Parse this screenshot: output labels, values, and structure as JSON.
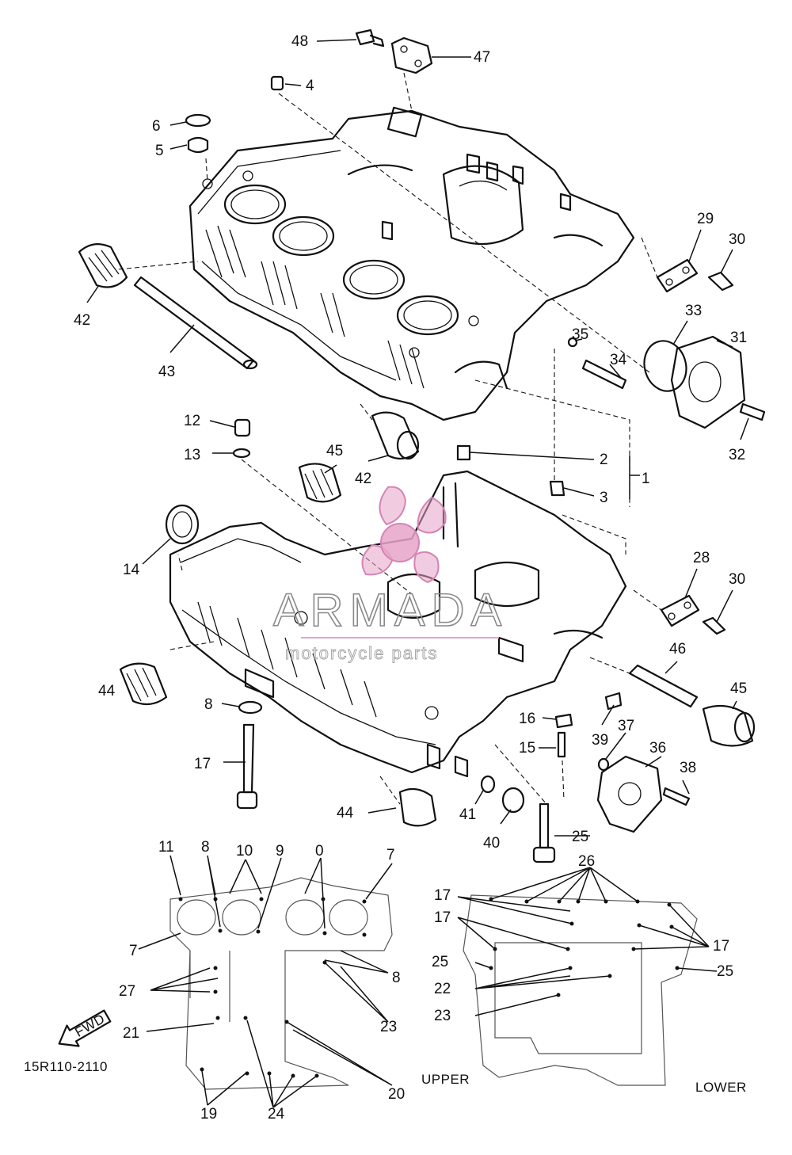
{
  "diagram": {
    "code": "15R110-2110",
    "fwd_label": "FWD",
    "views": {
      "upper": "UPPER",
      "lower": "LOWER"
    }
  },
  "watermark": {
    "brand": "ARMADA",
    "tagline": "motorcycle parts",
    "color": "#e6a3c8"
  },
  "callouts": {
    "c1": "1",
    "c2": "2",
    "c3": "3",
    "c4": "4",
    "c5": "5",
    "c6": "6",
    "c7a": "7",
    "c7b": "7",
    "c8a": "8",
    "c8b": "8",
    "c8c": "8",
    "c9": "9",
    "c10": "10",
    "c0": "0",
    "c11": "11",
    "c12": "12",
    "c13": "13",
    "c14": "14",
    "c15": "15",
    "c16": "16",
    "c17a": "17",
    "c17b": "17",
    "c17c": "17",
    "c17d": "17",
    "c19": "19",
    "c20": "20",
    "c21": "21",
    "c22": "22",
    "c23a": "23",
    "c23b": "23",
    "c24": "24",
    "c25a": "25",
    "c25b": "25",
    "c25c": "25",
    "c26": "26",
    "c27": "27",
    "c28": "28",
    "c29": "29",
    "c30a": "30",
    "c30b": "30",
    "c31": "31",
    "c32": "32",
    "c33": "33",
    "c34": "34",
    "c35": "35",
    "c36": "36",
    "c37": "37",
    "c38": "38",
    "c39": "39",
    "c40": "40",
    "c41": "41",
    "c42a": "42",
    "c42b": "42",
    "c43": "43",
    "c44a": "44",
    "c44b": "44",
    "c45a": "45",
    "c45b": "45",
    "c46": "46",
    "c47": "47",
    "c48": "48"
  }
}
